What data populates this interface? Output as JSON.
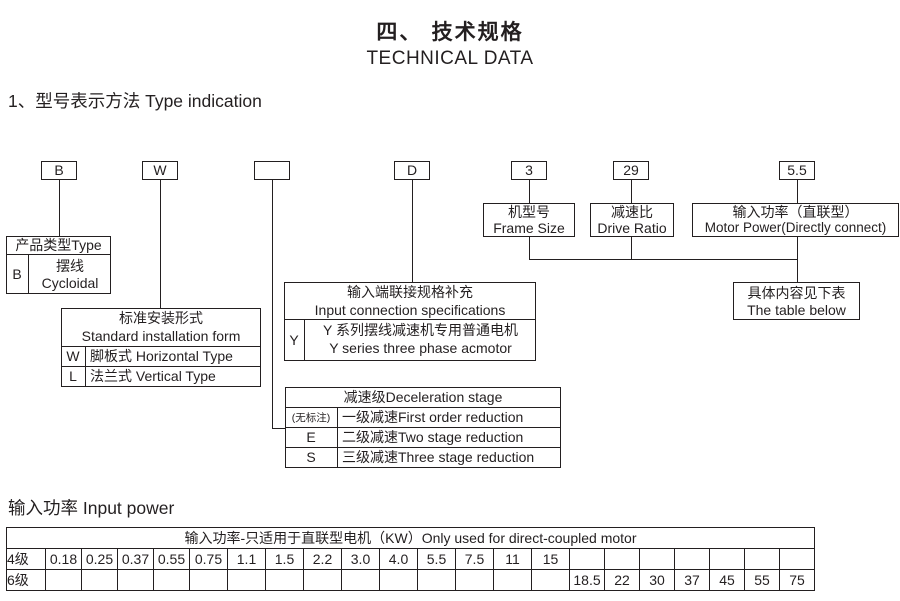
{
  "title_cn": "四、 技术规格",
  "title_en": "TECHNICAL DATA",
  "section1": "1、型号表示方法 Type indication",
  "codes": {
    "b": "B",
    "w": "W",
    "blank": "",
    "d": "D",
    "three": "3",
    "ratio": "29",
    "power": "5.5"
  },
  "product_type": {
    "header": "产品类型Type",
    "code": "B",
    "cn": "摆线",
    "en": "Cycloidal"
  },
  "installation": {
    "header_cn": "标准安装形式",
    "header_en": "Standard installation form",
    "rows": [
      {
        "code": "W",
        "text": "脚板式 Horizontal Type"
      },
      {
        "code": "L",
        "text": "法兰式 Vertical Type"
      }
    ]
  },
  "input_conn": {
    "header_cn": "输入端联接规格补充",
    "header_en": "Input connection specifications",
    "code": "Y",
    "line1": "Y 系列摆线减速机专用普通电机",
    "line2": "Y series three phase acmotor"
  },
  "decel": {
    "header": "减速级Deceleration stage",
    "rows": [
      {
        "code": "(无标注)",
        "text": "一级减速First order reduction"
      },
      {
        "code": "E",
        "text": "二级减速Two stage reduction"
      },
      {
        "code": "S",
        "text": "三级减速Three stage reduction"
      }
    ]
  },
  "frame": {
    "cn": "机型号",
    "en": "Frame Size"
  },
  "drive": {
    "cn": "减速比",
    "en": "Drive Ratio"
  },
  "motor": {
    "cn": "输入功率（直联型）",
    "en": "Motor Power(Directly connect)"
  },
  "below": {
    "cn": "具体内容见下表",
    "en": "The table below"
  },
  "section2": "输入功率 Input power",
  "power_table": {
    "header": "输入功率-只适用于直联型电机（KW）Only used for direct-coupled motor",
    "row4_label": "4级",
    "row6_label": "6级",
    "row4": [
      "0.18",
      "0.25",
      "0.37",
      "0.55",
      "0.75",
      "1.1",
      "1.5",
      "2.2",
      "3.0",
      "4.0",
      "5.5",
      "7.5",
      "11",
      "15",
      "",
      "",
      "",
      "",
      "",
      "",
      ""
    ],
    "row6": [
      "",
      "",
      "",
      "",
      "",
      "",
      "",
      "",
      "",
      "",
      "",
      "",
      "",
      "",
      "18.5",
      "22",
      "30",
      "37",
      "45",
      "55",
      "75"
    ]
  }
}
